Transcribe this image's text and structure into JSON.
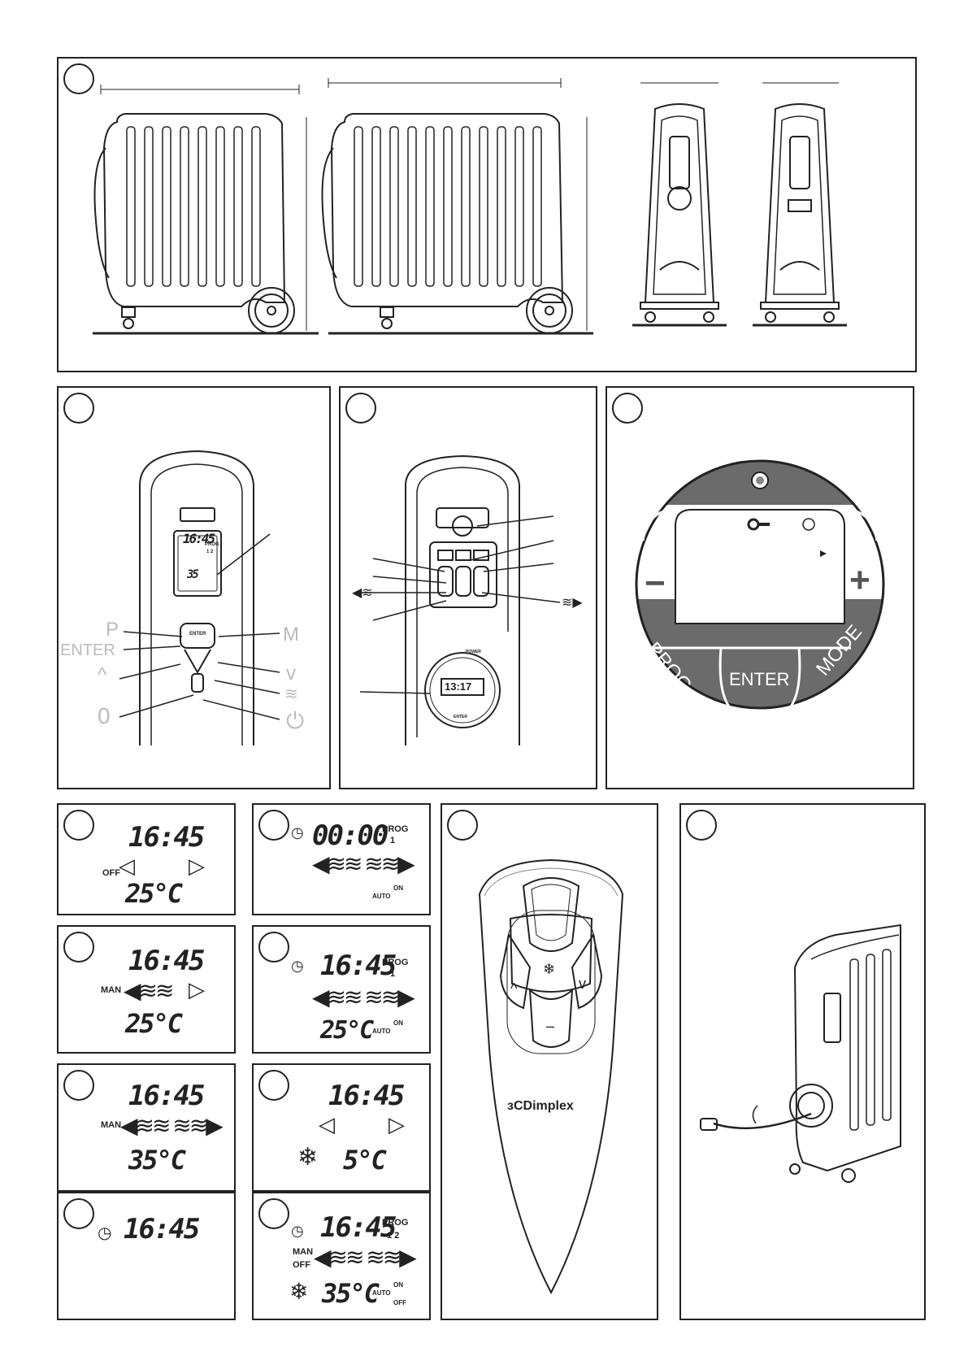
{
  "control_labels": {
    "p": "P",
    "enter": "ENTER",
    "m": "M",
    "small_enter": "ENTER",
    "power": "POWER"
  },
  "front_display": {
    "time": "16:45",
    "temp": "35",
    "prog": "PROG",
    "prog_nums": "1 2"
  },
  "timer_display": {
    "time": "13:17"
  },
  "dial": {
    "prog": "PROG",
    "enter": "ENTER",
    "mode": "MODE",
    "minus": "−",
    "plus": "+"
  },
  "screens": [
    {
      "time": "16:45",
      "temp": "25°C",
      "mode": "OFF"
    },
    {
      "time": "00:00",
      "prog": "PROG",
      "prog_num": "1",
      "auto": "AUTO",
      "on": "ON"
    },
    {
      "time": "16:45",
      "temp": "25°C",
      "mode": "MAN"
    },
    {
      "time": "16:45",
      "temp": "25°C",
      "prog": "PROG",
      "prog_num": "1",
      "auto": "AUTO",
      "on": "ON"
    },
    {
      "time": "16:45",
      "temp": "35°C",
      "mode": "MAN"
    },
    {
      "time": "16:45",
      "temp": "5°C"
    },
    {
      "time": "16:45"
    },
    {
      "time": "16:45",
      "temp": "35°C",
      "prog": "PROG",
      "prog_num": "1 2",
      "man": "MAN",
      "off": "OFF",
      "auto": "AUTO",
      "on": "ON",
      "off2": "OFF"
    }
  ],
  "remote": {
    "brand": "Dimplex"
  },
  "colors": {
    "dial_grey": "#6b6b6b",
    "stroke": "#222222",
    "label_grey": "#bbbbbb"
  }
}
